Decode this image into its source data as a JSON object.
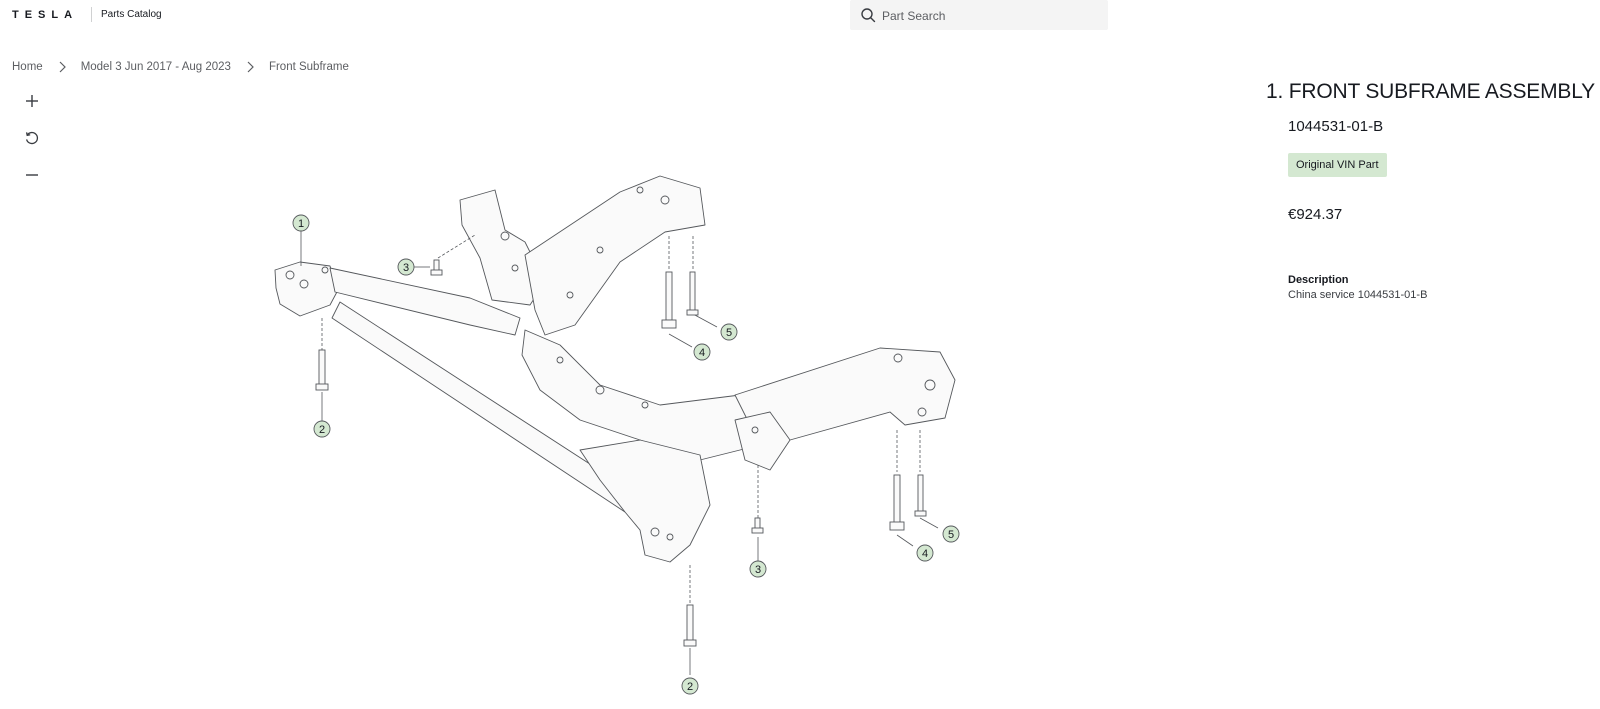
{
  "header": {
    "logo_text": "TESLA",
    "catalog_label": "Parts Catalog",
    "search": {
      "placeholder": "Part Search",
      "value": ""
    }
  },
  "breadcrumb": [
    {
      "label": "Home"
    },
    {
      "label": "Model 3 Jun 2017 - Aug 2023"
    },
    {
      "label": "Front Subframe"
    }
  ],
  "zoom_controls": [
    "plus-icon",
    "reset-icon",
    "minus-icon"
  ],
  "diagram": {
    "callouts": [
      "1",
      "2",
      "2",
      "3",
      "3",
      "4",
      "4",
      "5",
      "5"
    ],
    "callout_color": "#d4e8d1"
  },
  "part": {
    "title": "1. FRONT SUBFRAME ASSEMBLY",
    "number": "1044531-01-B",
    "badge": "Original VIN Part",
    "price": "€924.37",
    "description_label": "Description",
    "description": "China service 1044531-01-B"
  }
}
